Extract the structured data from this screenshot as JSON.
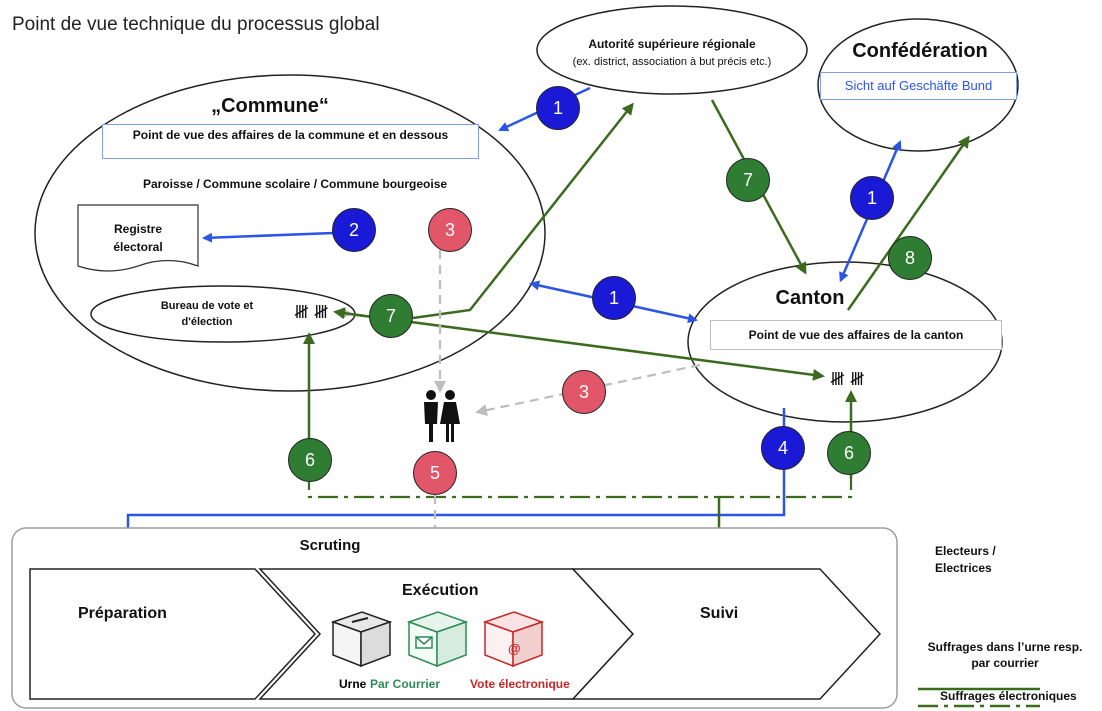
{
  "title": "Point de vue technique du processus global",
  "nodes": {
    "autorite": {
      "title": "Autorité supérieure régionale",
      "subtitle": "(ex. district, association à but précis etc.)"
    },
    "confederation": {
      "title": "Confédération",
      "box": "Sicht auf Geschäfte Bund"
    },
    "commune": {
      "title": "„Commune“",
      "box": "Point de vue des affaires de la commune et en dessous",
      "sub": "Paroisse / Commune scolaire / Commune bourgeoise",
      "registre": "Registre électoral",
      "bureau": "Bureau de vote et d'élection",
      "tally": "𝍸 𝍸"
    },
    "canton": {
      "title": "Canton",
      "box": "Point de vue des affaires de la canton",
      "tally": "𝍸 𝍸"
    }
  },
  "badges": [
    {
      "id": "b1a",
      "label": "1",
      "color": "blue"
    },
    {
      "id": "b2",
      "label": "2",
      "color": "blue"
    },
    {
      "id": "b3a",
      "label": "3",
      "color": "red"
    },
    {
      "id": "b1b",
      "label": "1",
      "color": "blue"
    },
    {
      "id": "b1c",
      "label": "1",
      "color": "blue"
    },
    {
      "id": "b7a",
      "label": "7",
      "color": "green"
    },
    {
      "id": "b7b",
      "label": "7",
      "color": "green"
    },
    {
      "id": "b8",
      "label": "8",
      "color": "green"
    },
    {
      "id": "b3b",
      "label": "3",
      "color": "red"
    },
    {
      "id": "b4",
      "label": "4",
      "color": "blue"
    },
    {
      "id": "b6a",
      "label": "6",
      "color": "green"
    },
    {
      "id": "b5",
      "label": "5",
      "color": "red"
    },
    {
      "id": "b6b",
      "label": "6",
      "color": "green"
    }
  ],
  "colors": {
    "blue": "#1a1ad6",
    "green": "#2e7d32",
    "red": "#e2566a",
    "arrow_blue": "#2a55e6",
    "arrow_green": "#3a6b1e",
    "dashed_gray": "#bdbdbd"
  },
  "process": {
    "scruting": "Scruting",
    "steps": [
      "Préparation",
      "Exécution",
      "Suivi"
    ],
    "channels": [
      {
        "label": "Urne",
        "color": "#000000"
      },
      {
        "label": "Par Courrier",
        "color": "#2e8b57"
      },
      {
        "label": "Vote électronique",
        "color": "#c62828"
      }
    ]
  },
  "legend": {
    "voters": "Electeurs / Electrices",
    "urn_mail": "Suffrages dans l’urne resp. par courrier",
    "electronic": "Suffrages électroniques"
  }
}
